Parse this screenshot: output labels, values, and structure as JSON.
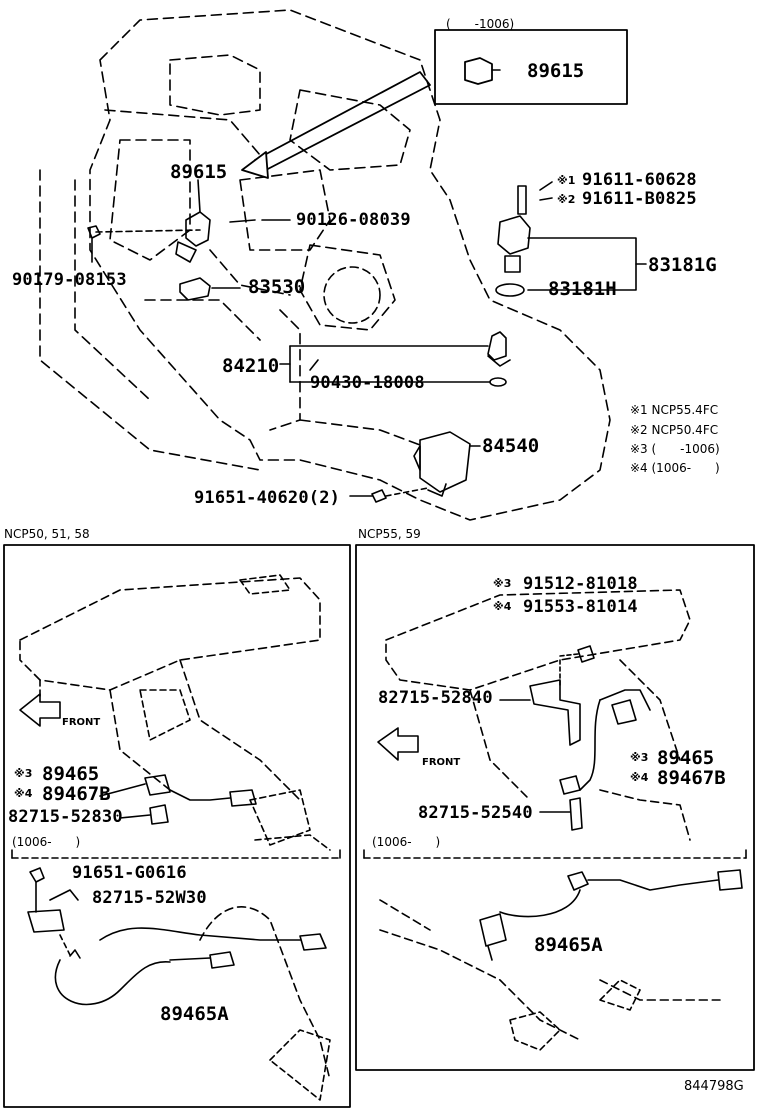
{
  "top": {
    "inset_note": "(　　-1006)",
    "inset_part": "89615",
    "parts": {
      "p89615": "89615",
      "p90126": "90126-08039",
      "p90179": "90179-08153",
      "p83530": "83530",
      "p91611a": "91611-60628",
      "p91611b": "91611-B0825",
      "p83181g": "83181G",
      "p83181h": "83181H",
      "p84210": "84210",
      "p90430": "90430-18008",
      "p84540": "84540",
      "p91651": "91651-40620(2)"
    },
    "marks": {
      "m1": "※1",
      "m2": "※2"
    },
    "legend": [
      "※1  NCP55.4FC",
      "※2  NCP50.4FC",
      "※3 (　　-1006)",
      "※4 (1006-　　)"
    ]
  },
  "left": {
    "section_label": "NCP50, 51, 58",
    "front_label": "FRONT",
    "m3": "※3",
    "m4": "※4",
    "p89465": "89465",
    "p89467b": "89467B",
    "p82715_52830": "82715-52830",
    "sub_note": "(1006-　　)",
    "p91651_g0616": "91651-G0616",
    "p82715_52w30": "82715-52W30",
    "p89465a": "89465A"
  },
  "right": {
    "section_label": "NCP55, 59",
    "front_label": "FRONT",
    "m3a": "※3",
    "m4a": "※4",
    "p91512": "91512-81018",
    "p91553": "91553-81014",
    "p82715_52840": "82715-52840",
    "m3b": "※3",
    "m4b": "※4",
    "p89465": "89465",
    "p89467b": "89467B",
    "p82715_52540": "82715-52540",
    "sub_note": "(1006-　　)",
    "p89465a": "89465A"
  },
  "footer": {
    "code": "844798G"
  }
}
